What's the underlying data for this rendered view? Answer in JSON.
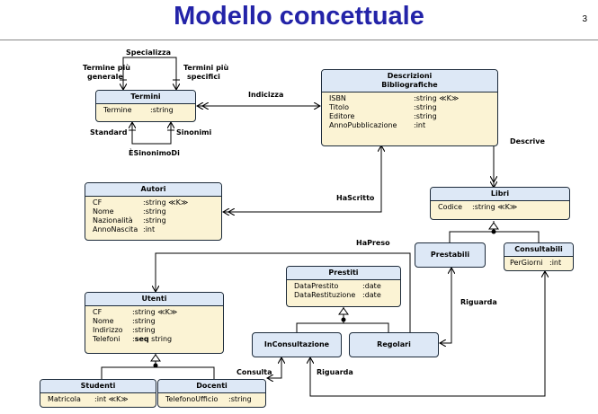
{
  "slide": {
    "title": "Modello concettuale",
    "number": "3"
  },
  "classes": {
    "termini": {
      "name": "Termini",
      "attrs": [
        {
          "name": "Termine",
          "type": ":string"
        }
      ]
    },
    "descrizioni": {
      "name_line1": "Descrizioni",
      "name_line2": "Bibliografiche",
      "attrs": [
        {
          "name": "ISBN",
          "type": ":string ≪K≫"
        },
        {
          "name": "Titolo",
          "type": ":string"
        },
        {
          "name": "Editore",
          "type": ":string"
        },
        {
          "name": "AnnoPubblicazione",
          "type": ":int"
        }
      ]
    },
    "autori": {
      "name": "Autori",
      "attrs": [
        {
          "name": "CF",
          "type": ":string ≪K≫"
        },
        {
          "name": "Nome",
          "type": ":string"
        },
        {
          "name": "Nazionalità",
          "type": ":string"
        },
        {
          "name": "AnnoNascita",
          "type": ":int"
        }
      ]
    },
    "libri": {
      "name": "Libri",
      "attrs": [
        {
          "name": "Codice",
          "type": ":string ≪K≫"
        }
      ]
    },
    "prestabili": {
      "name": "Prestabili"
    },
    "consultabili": {
      "name": "Consultabili",
      "attrs": [
        {
          "name": "PerGiorni",
          "type": ":int"
        }
      ]
    },
    "prestiti": {
      "name": "Prestiti",
      "attrs": [
        {
          "name": "DataPrestito",
          "type": ":date"
        },
        {
          "name": "DataRestituzione",
          "type": ":date"
        }
      ]
    },
    "utenti": {
      "name": "Utenti",
      "attrs": [
        {
          "name": "CF",
          "type": ":string ≪K≫"
        },
        {
          "name": "Nome",
          "type": ":string"
        },
        {
          "name": "Indirizzo",
          "type": ":string"
        },
        {
          "name": "Telefoni",
          "type_bold": "seq",
          "type": " string",
          "type_prefix": ":"
        }
      ]
    },
    "in_consultazione": {
      "name": "InConsultazione"
    },
    "regolari": {
      "name": "Regolari"
    },
    "studenti": {
      "name": "Studenti",
      "attrs": [
        {
          "name": "Matricola",
          "type": ":int ≪K≫"
        }
      ]
    },
    "docenti": {
      "name": "Docenti",
      "attrs": [
        {
          "name": "TelefonoUfficio",
          "type": ":string"
        }
      ]
    }
  },
  "associations": {
    "specializza": "Specializza",
    "termine_piu_generale_1": "Termine più",
    "termine_piu_generale_2": "generale",
    "termini_piu_specifici_1": "Termini più",
    "termini_piu_specifici_2": "specifici",
    "standard": "Standard",
    "sinonimi": "Sinonimi",
    "e_sinonimo_di": "ÈSinonimoDi",
    "indicizza": "Indicizza",
    "descrive": "Descrive",
    "ha_scritto": "HaScritto",
    "ha_preso": "HaPreso",
    "riguarda_1": "Riguarda",
    "riguarda_2": "Riguarda",
    "consulta": "Consulta"
  }
}
